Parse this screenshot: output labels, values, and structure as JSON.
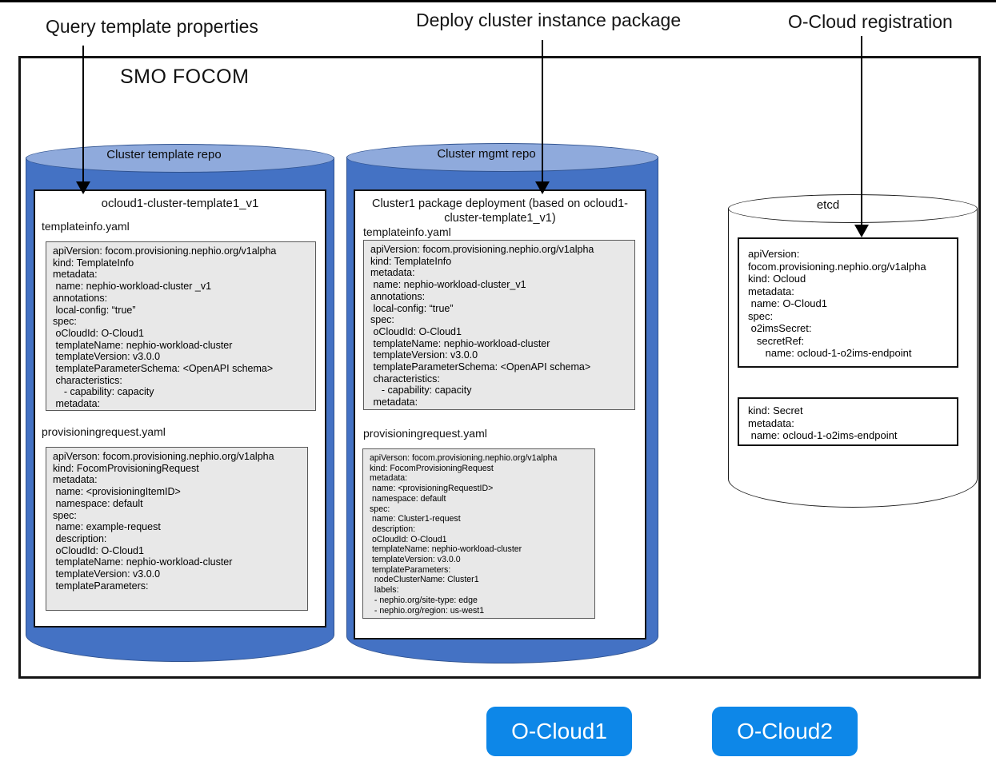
{
  "flow_labels": {
    "query": "Query template properties",
    "deploy": "Deploy cluster instance package",
    "register": "O-Cloud registration"
  },
  "smo": {
    "title": "SMO FOCOM"
  },
  "template_repo": {
    "name": "Cluster template repo",
    "package_title": "ocloud1-cluster-template1_v1",
    "files": [
      {
        "filename": "templateinfo.yaml",
        "yaml": "apiVersion: focom.provisioning.nephio.org/v1alpha\nkind: TemplateInfo\nmetadata:\n name: nephio-workload-cluster _v1\nannotations:\n local-config: “true”\nspec:\n oCloudId: O-Cloud1\n templateName: nephio-workload-cluster\n templateVersion: v3.0.0\n templateParameterSchema: <OpenAPI schema>\n characteristics:\n    - capability: capacity\n metadata:"
      },
      {
        "filename": "provisioningrequest.yaml",
        "yaml": "apiVerson: focom.provisioning.nephio.org/v1alpha\nkind: FocomProvisioningRequest\nmetadata:\n name: <provisioningItemID>\n namespace: default\nspec:\n name: example-request\n description:\n oCloudId: O-Cloud1\n templateName: nephio-workload-cluster\n templateVersion: v3.0.0\n templateParameters:"
      }
    ]
  },
  "mgmt_repo": {
    "name": "Cluster mgmt repo",
    "package_title": "Cluster1 package deployment (based on ocloud1-cluster-template1_v1)",
    "files": [
      {
        "filename": "templateinfo.yaml",
        "yaml": "apiVersion: focom.provisioning.nephio.org/v1alpha\nkind: TemplateInfo\nmetadata:\n name: nephio-workload-cluster_v1\nannotations:\n local-config: “true”\nspec:\n oCloudId: O-Cloud1\n templateName: nephio-workload-cluster\n templateVersion: v3.0.0\n templateParameterSchema: <OpenAPI schema>\n characteristics:\n    - capability: capacity\n metadata:"
      },
      {
        "filename": "provisioningrequest.yaml",
        "yaml": "apiVerson: focom.provisioning.nephio.org/v1alpha\nkind: FocomProvisioningRequest\nmetadata:\n name: <provisioningRequestID>\n namespace: default\nspec:\n name: Cluster1-request\n description:\n oCloudId: O-Cloud1\n templateName: nephio-workload-cluster\n templateVersion: v3.0.0\n templateParameters:\n  nodeClusterName: Cluster1\n  labels:\n  - nephio.org/site-type: edge\n  - nephio.org/region: us-west1"
      }
    ]
  },
  "etcd": {
    "name": "etcd",
    "resources": [
      {
        "yaml": "apiVersion:\nfocom.provisioning.nephio.org/v1alpha\nkind: Ocloud\nmetadata:\n name: O-Cloud1\nspec:\n o2imsSecret:\n   secretRef:\n      name: ocloud-1-o2ims-endpoint"
      },
      {
        "yaml": "kind: Secret\nmetadata:\n name: ocloud-1-o2ims-endpoint"
      }
    ]
  },
  "clouds": [
    {
      "label": "O-Cloud1"
    },
    {
      "label": "O-Cloud2"
    }
  ],
  "colors": {
    "repo_body": "#4472c4",
    "repo_top": "#8faadc",
    "repo_outline": "#2f528f",
    "yaml_panel_bg": "#e8e8e8",
    "cloud_button": "#0d87e8"
  }
}
